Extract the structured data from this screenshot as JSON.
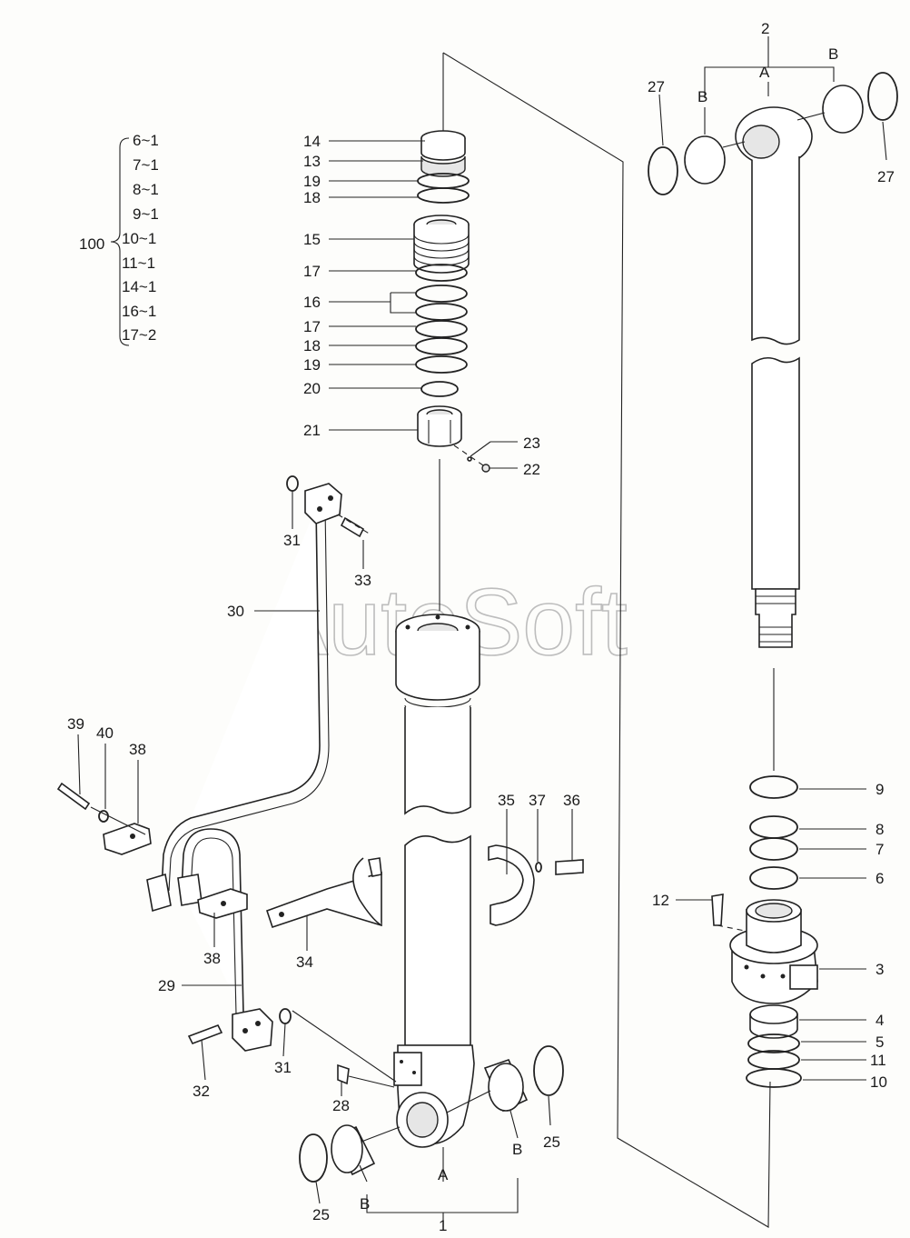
{
  "watermark": "AutoSoft",
  "kit": {
    "number": "100",
    "items": [
      "6~1",
      "7~1",
      "8~1",
      "9~1",
      "10~1",
      "11~1",
      "14~1",
      "16~1",
      "17~2"
    ]
  },
  "callouts": {
    "p1": "1",
    "p2": "2",
    "p3": "3",
    "p4": "4",
    "p5": "5",
    "p6": "6",
    "p7": "7",
    "p8": "8",
    "p9": "9",
    "p10": "10",
    "p11": "11",
    "p12": "12",
    "p13": "13",
    "p14": "14",
    "p15": "15",
    "p16": "16",
    "p17a": "17",
    "p17b": "17",
    "p18a": "18",
    "p18b": "18",
    "p19a": "19",
    "p19b": "19",
    "p20": "20",
    "p21": "21",
    "p22": "22",
    "p23": "23",
    "p25a": "25",
    "p25b": "25",
    "p27a": "27",
    "p27b": "27",
    "p28": "28",
    "p29": "29",
    "p30": "30",
    "p31a": "31",
    "p31b": "31",
    "p32": "32",
    "p33": "33",
    "p34": "34",
    "p35": "35",
    "p36": "36",
    "p37": "37",
    "p38a": "38",
    "p38b": "38",
    "p39": "39",
    "p40": "40"
  },
  "letters": {
    "rod_a": "A",
    "rod_b_left": "B",
    "rod_b_right": "B",
    "tube_a": "A",
    "tube_b_left": "B",
    "tube_b_right": "B"
  }
}
